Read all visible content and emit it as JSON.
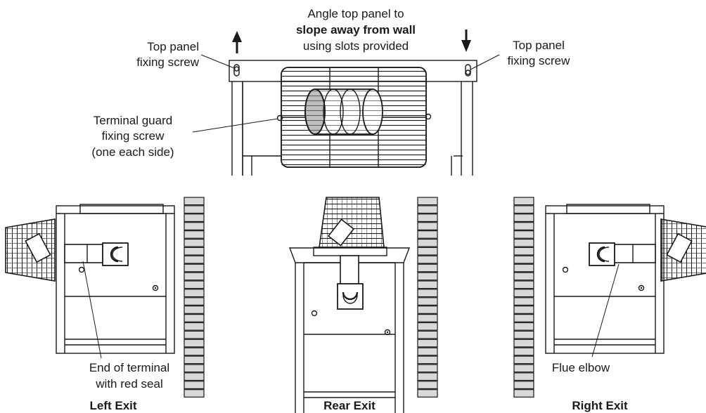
{
  "top_view": {
    "instruction_line1": "Angle top panel to",
    "instruction_line2_bold": "slope away from wall",
    "instruction_line3": "using slots provided",
    "left_screen_line1": "Top panel",
    "left_screen_line2": "fixing screw",
    "right_screen_line1": "Top panel",
    "right_screen_line2": "fixing screw",
    "guard_screw_line1": "Terminal guard",
    "guard_screw_line2": "fixing screw",
    "guard_screw_line3": "(one each side)"
  },
  "views": {
    "left": {
      "caption": "Left Exit",
      "note_line1": "End of terminal",
      "note_line2": "with red seal"
    },
    "rear": {
      "caption": "Rear Exit"
    },
    "right": {
      "caption": "Right Exit",
      "note_line1": "Flue elbow"
    }
  },
  "colors": {
    "ink": "#1a1a1a",
    "brick": "#d9d9d9",
    "pipe": "#bfbfbf"
  }
}
